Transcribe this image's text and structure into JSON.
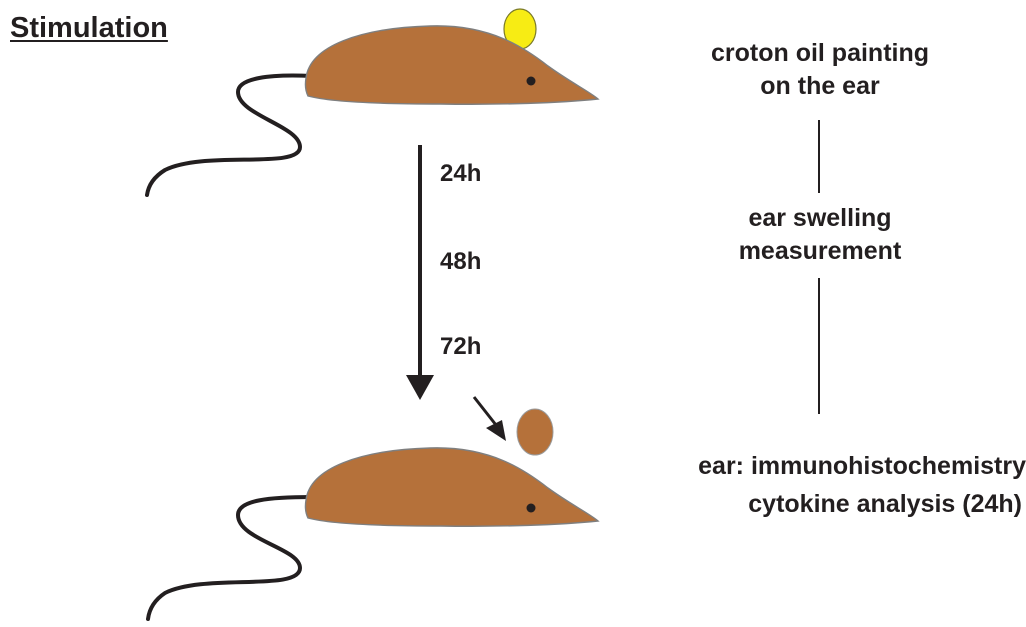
{
  "title": "Stimulation",
  "timepoints": [
    "24h",
    "48h",
    "72h"
  ],
  "steps": {
    "stimulation": [
      "croton oil painting",
      "on the ear"
    ],
    "measurement": [
      "ear swelling",
      "measurement"
    ],
    "analysis": [
      "ear: immunohistochemistry",
      "cytokine analysis (24h)"
    ]
  },
  "colors": {
    "mouse_body": "#b5713a",
    "ear_painted": "#f7ec14",
    "ear_removed": "#b5713a",
    "ink": "#231f20"
  }
}
